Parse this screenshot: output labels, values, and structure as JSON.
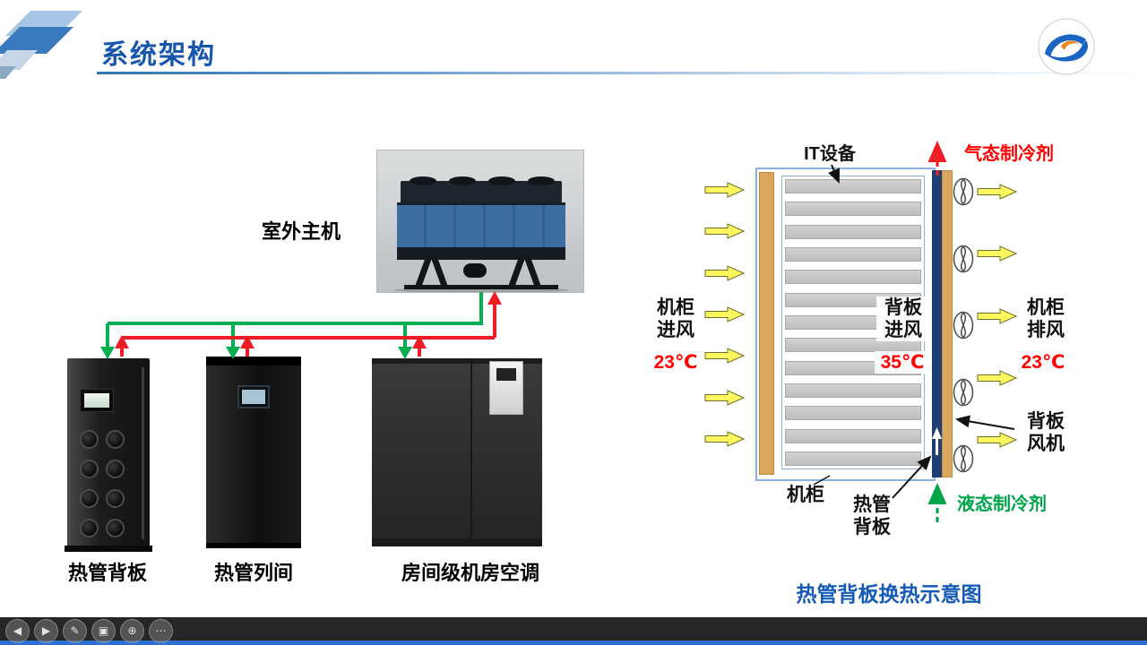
{
  "header": {
    "title": "系统架构"
  },
  "left_diagram": {
    "outdoor_unit_label": "室外主机",
    "cabinet_labels": [
      "热管背板",
      "热管列间",
      "房间级机房空调"
    ]
  },
  "right_diagram": {
    "it_equipment_label": "IT设备",
    "gas_refrigerant_label": "气态制冷剂",
    "liquid_refrigerant_label": "液态制冷剂",
    "cabinet_inlet": {
      "line1": "机柜",
      "line2": "进风",
      "temp": "23℃"
    },
    "backplane_inlet": {
      "line1": "背板",
      "line2": "进风",
      "temp": "35℃"
    },
    "cabinet_outlet": {
      "line1": "机柜",
      "line2": "排风",
      "temp": "23℃"
    },
    "backplane_fan": {
      "line1": "背板",
      "line2": "风机"
    },
    "cabinet_label": "机柜",
    "backplane_label": {
      "line1": "热管",
      "line2": "背板"
    },
    "caption": "热管背板换热示意图",
    "counts": {
      "server_slats": 13,
      "fans": 5,
      "left_arrows": 7,
      "right_arrows": 5
    }
  },
  "toolbar": {
    "buttons": [
      {
        "name": "prev-slide",
        "glyph": "◀"
      },
      {
        "name": "next-slide",
        "glyph": "▶"
      },
      {
        "name": "pen",
        "glyph": "✎"
      },
      {
        "name": "highlighter",
        "glyph": "▣"
      },
      {
        "name": "zoom",
        "glyph": "⊕"
      },
      {
        "name": "more",
        "glyph": "⋯"
      }
    ]
  },
  "colors": {
    "title_blue": "#1656ad",
    "caption_blue": "#155ab5",
    "pipe_green": "#00b050",
    "pipe_red": "#ee1c25",
    "arrow_yellow": "#fcf75e",
    "wall_orange": "#d9a75e",
    "backplane_navy": "#1d3f72",
    "temp_red": "#ff0000",
    "liquid_green": "#00a44a"
  }
}
